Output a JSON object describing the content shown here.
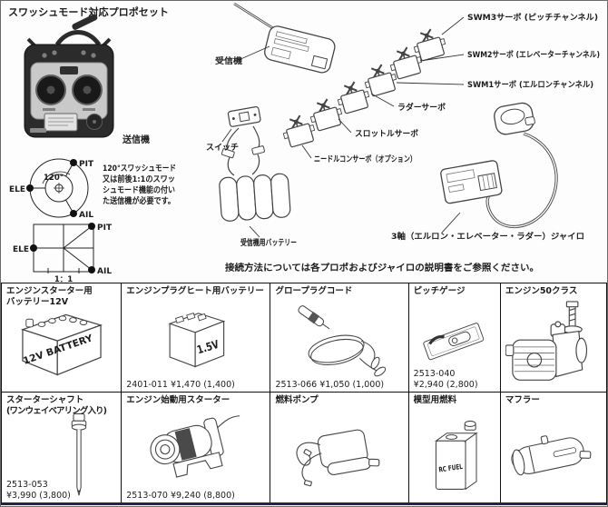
{
  "page": {
    "title": "スワッシュモード対応プロポセット",
    "connection_note": "接続方法については各プロポおよびジャイロの説明書をご参照ください。"
  },
  "diagram": {
    "transmitter_label": "送信機",
    "receiver_label": "受信機",
    "switch_label": "スイッチ",
    "receiver_battery_label": "受信機用バッテリー",
    "gyro_label": "3軸（エルロン・エレベーター・ラダー）ジャイロ",
    "servos": {
      "swm3": "SWM3サーボ (ピッチチャンネル)",
      "swm2": "SWM2サーボ (エレベーターチャンネル)",
      "swm1": "SWM1サーボ (エルロンチャンネル)",
      "rudder": "ラダーサーボ",
      "throttle": "スロットルサーボ",
      "needle": "ニードルコンサーボ（オプション）"
    },
    "swash_note": {
      "line1": "120°スワッシュモード",
      "line2": "又は前後1:1のスワッ",
      "line3": "シュモード機能の付い",
      "line4": "た送信機が必要です。"
    },
    "swash_circle": {
      "angle": "120°",
      "pit": "PIT",
      "ele": "ELE",
      "ail": "AIL"
    },
    "swash_square": {
      "ratio": "1：1",
      "pit": "PIT",
      "ele": "ELE",
      "ail": "AIL"
    }
  },
  "parts": {
    "starter_battery": {
      "title1": "エンジンスターター用",
      "title2": "バッテリー12V",
      "image_text": "12V BATTERY"
    },
    "plug_heat_battery": {
      "title": "エンジンプラグヒート用バッテリー",
      "image_text": "1.5V",
      "footer": "2401-011 ¥1,470 (1,400)"
    },
    "glow_plug_cord": {
      "title": "グロープラグコード",
      "footer": "2513-066 ¥1,050 (1,000)"
    },
    "pitch_gauge": {
      "title": "ピッチゲージ",
      "footer1": "2513-040",
      "footer2": "¥2,940 (2,800)"
    },
    "engine_50": {
      "title": "エンジン50クラス"
    },
    "starter_shaft": {
      "title1": "スターターシャフト",
      "title2": "(ワンウェイベアリング入り)",
      "footer1": "2513-053",
      "footer2": "¥3,990 (3,800)"
    },
    "engine_starter": {
      "title": "エンジン始動用スターター",
      "footer": "2513-070 ¥9,240 (8,800)"
    },
    "fuel_pump": {
      "title": "燃料ポンプ"
    },
    "model_fuel": {
      "title": "模型用燃料",
      "image_text": "RC FUEL"
    },
    "muffler": {
      "title": "マフラー"
    }
  }
}
